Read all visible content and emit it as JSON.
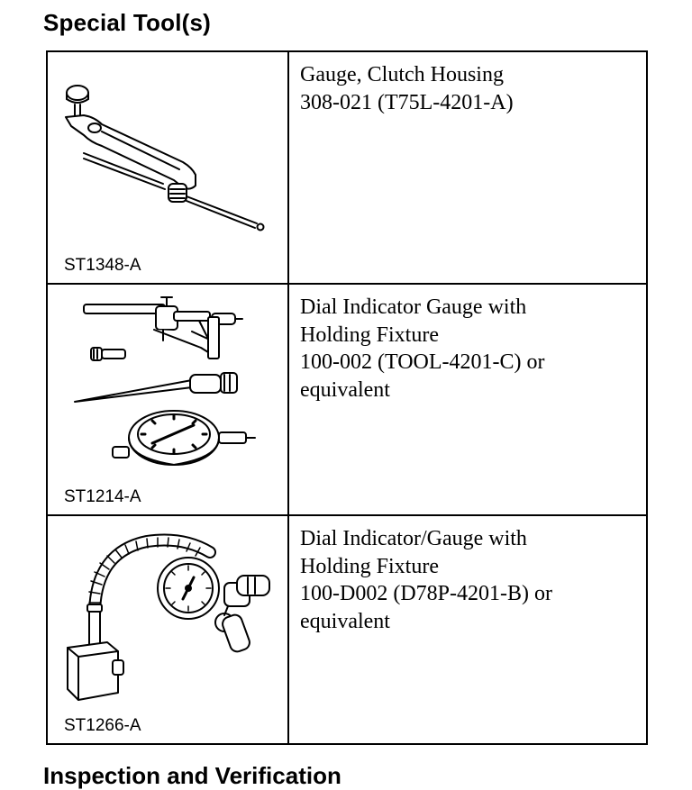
{
  "heading": "Special Tool(s)",
  "tools": [
    {
      "id": "ST1348-A",
      "icon": "clutch-housing-gauge-icon",
      "lines": [
        "Gauge, Clutch Housing",
        "308-021 (T75L-4201-A)"
      ]
    },
    {
      "id": "ST1214-A",
      "icon": "dial-indicator-kit-icon",
      "lines": [
        "Dial Indicator Gauge with",
        "Holding Fixture",
        "100-002 (TOOL-4201-C) or",
        "equivalent"
      ]
    },
    {
      "id": "ST1266-A",
      "icon": "magnetic-dial-indicator-icon",
      "lines": [
        "Dial Indicator/Gauge with",
        "Holding Fixture",
        "100-D002 (D78P-4201-B) or",
        "equivalent"
      ]
    }
  ],
  "next_heading": "Inspection and Verification"
}
